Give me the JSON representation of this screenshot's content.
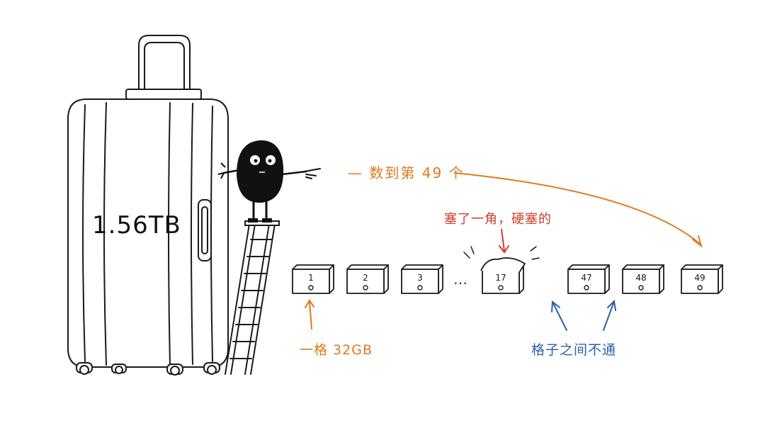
{
  "colors": {
    "ink": "#1a1a1a",
    "orange": "#e07a1f",
    "red": "#d23a2a",
    "blue": "#2d5fa8",
    "character": "#111111"
  },
  "suitcase": {
    "capacity_label": "1.56TB"
  },
  "annotations": {
    "count_to": "— 数到第 49 个",
    "stuck_corner": "塞了一角，硬塞的",
    "per_cell": "一格 32GB",
    "cells_not_connected": "格子之间不通"
  },
  "ellipsis": "…",
  "boxes": [
    {
      "label": "1",
      "variant": "normal"
    },
    {
      "label": "2",
      "variant": "normal"
    },
    {
      "label": "3",
      "variant": "normal"
    },
    {
      "label": "17",
      "variant": "stuffed"
    },
    {
      "label": "47",
      "variant": "normal"
    },
    {
      "label": "48",
      "variant": "normal"
    },
    {
      "label": "49",
      "variant": "normal"
    }
  ]
}
